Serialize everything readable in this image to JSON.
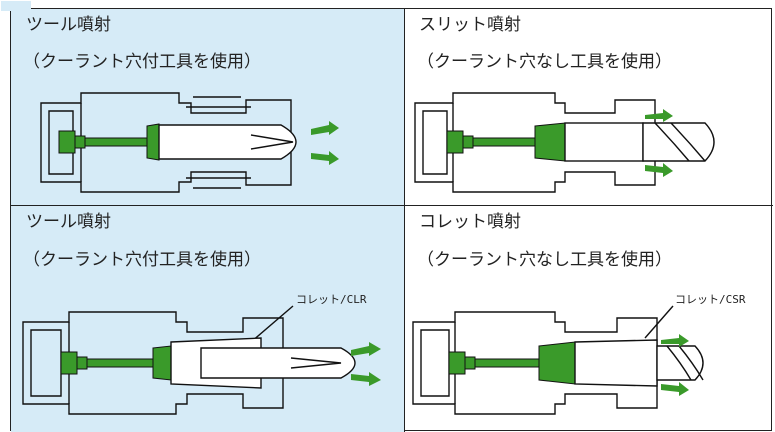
{
  "panels": [
    {
      "title": "ツール噴射",
      "subtitle": "（クーラント穴付工具を使用）",
      "callout": ""
    },
    {
      "title": "スリット噴射",
      "subtitle": "（クーラント穴なし工具を使用）",
      "callout": ""
    },
    {
      "title": "ツール噴射",
      "subtitle": "（クーラント穴付工具を使用）",
      "callout": "コレット/CLR"
    },
    {
      "title": "コレット噴射",
      "subtitle": "（クーラント穴なし工具を使用）",
      "callout": "コレット/CSR"
    }
  ],
  "colors": {
    "highlight_bg": "#d6ebf7",
    "coolant_green": "#3a9a2a",
    "outline": "#111111"
  }
}
